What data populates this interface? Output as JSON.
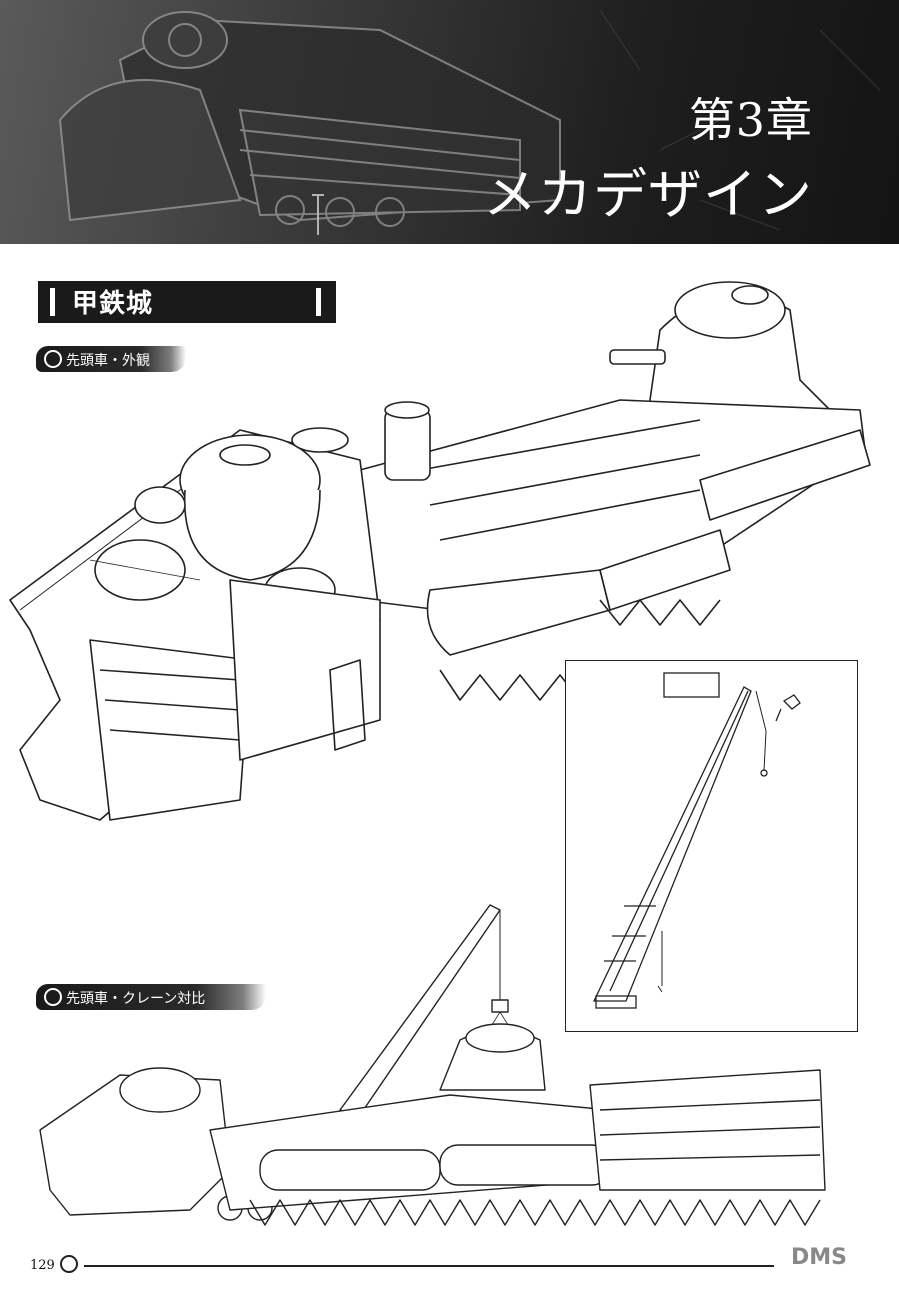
{
  "header": {
    "chapter_number": "第3章",
    "chapter_title": "メカデザイン"
  },
  "section": {
    "title": "甲鉄城"
  },
  "captions": {
    "lead_car_exterior": "先頭車・外観",
    "lead_car_crane_comparison": "先頭車・クレーン対比"
  },
  "footer": {
    "page_number": "129",
    "watermark": "DMS"
  },
  "colors": {
    "banner": "#1e1e1e",
    "label_bg": "#1a1a1a",
    "label_text": "#ffffff",
    "line_art": "#222222"
  }
}
